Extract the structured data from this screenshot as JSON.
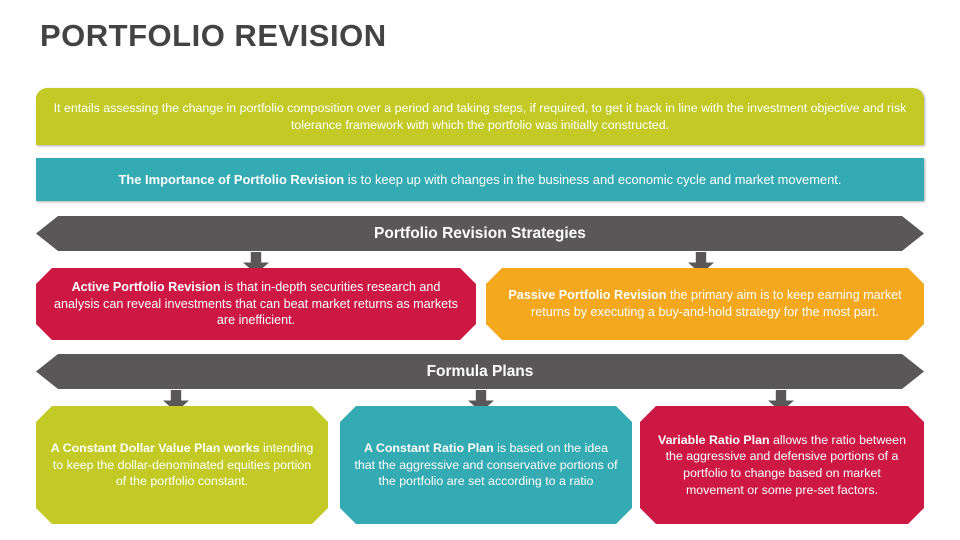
{
  "page": {
    "title": "PORTFOLIO REVISION"
  },
  "intro": {
    "text": "It entails assessing the change in portfolio composition over a period and taking steps, if required, to get it back in line with the investment objective and risk tolerance framework with which the portfolio was initially constructed."
  },
  "importance": {
    "lead": "The Importance of Portfolio Revision",
    "text": " is to keep up with changes in the business and economic cycle and market movement."
  },
  "sections": [
    {
      "label": "Portfolio Revision Strategies"
    },
    {
      "label": "Formula Plans"
    }
  ],
  "strategies": [
    {
      "lead": "Active Portfolio Revision",
      "text": " is that in-depth securities research and analysis can reveal investments that can beat market returns as markets are inefficient.",
      "color": "#cc1843"
    },
    {
      "lead": "Passive Portfolio Revision",
      "text": " the primary aim is to keep earning market returns by executing a buy-and-hold strategy for the most part.",
      "color": "#f4a81d"
    }
  ],
  "formula_plans": [
    {
      "lead": "A Constant Dollar Value Plan works",
      "text": " intending to keep the dollar-denominated equities portion of the portfolio constant.",
      "color": "#c3ca26"
    },
    {
      "lead": "A Constant Ratio Plan",
      "text": " is based on the idea that the aggressive and conservative portions of the portfolio are set according to a ratio",
      "color": "#34aab3"
    },
    {
      "lead": "Variable Ratio Plan",
      "text": " allows the ratio between the aggressive and defensive portions of a portfolio to change based on market movement or some pre-set factors.",
      "color": "#cc1843"
    }
  ],
  "palette": {
    "olive": "#c3ca26",
    "teal": "#34aab3",
    "gray": "#595757",
    "crimson": "#cc1843",
    "orange": "#f4a81d",
    "title_gray": "#434343"
  }
}
